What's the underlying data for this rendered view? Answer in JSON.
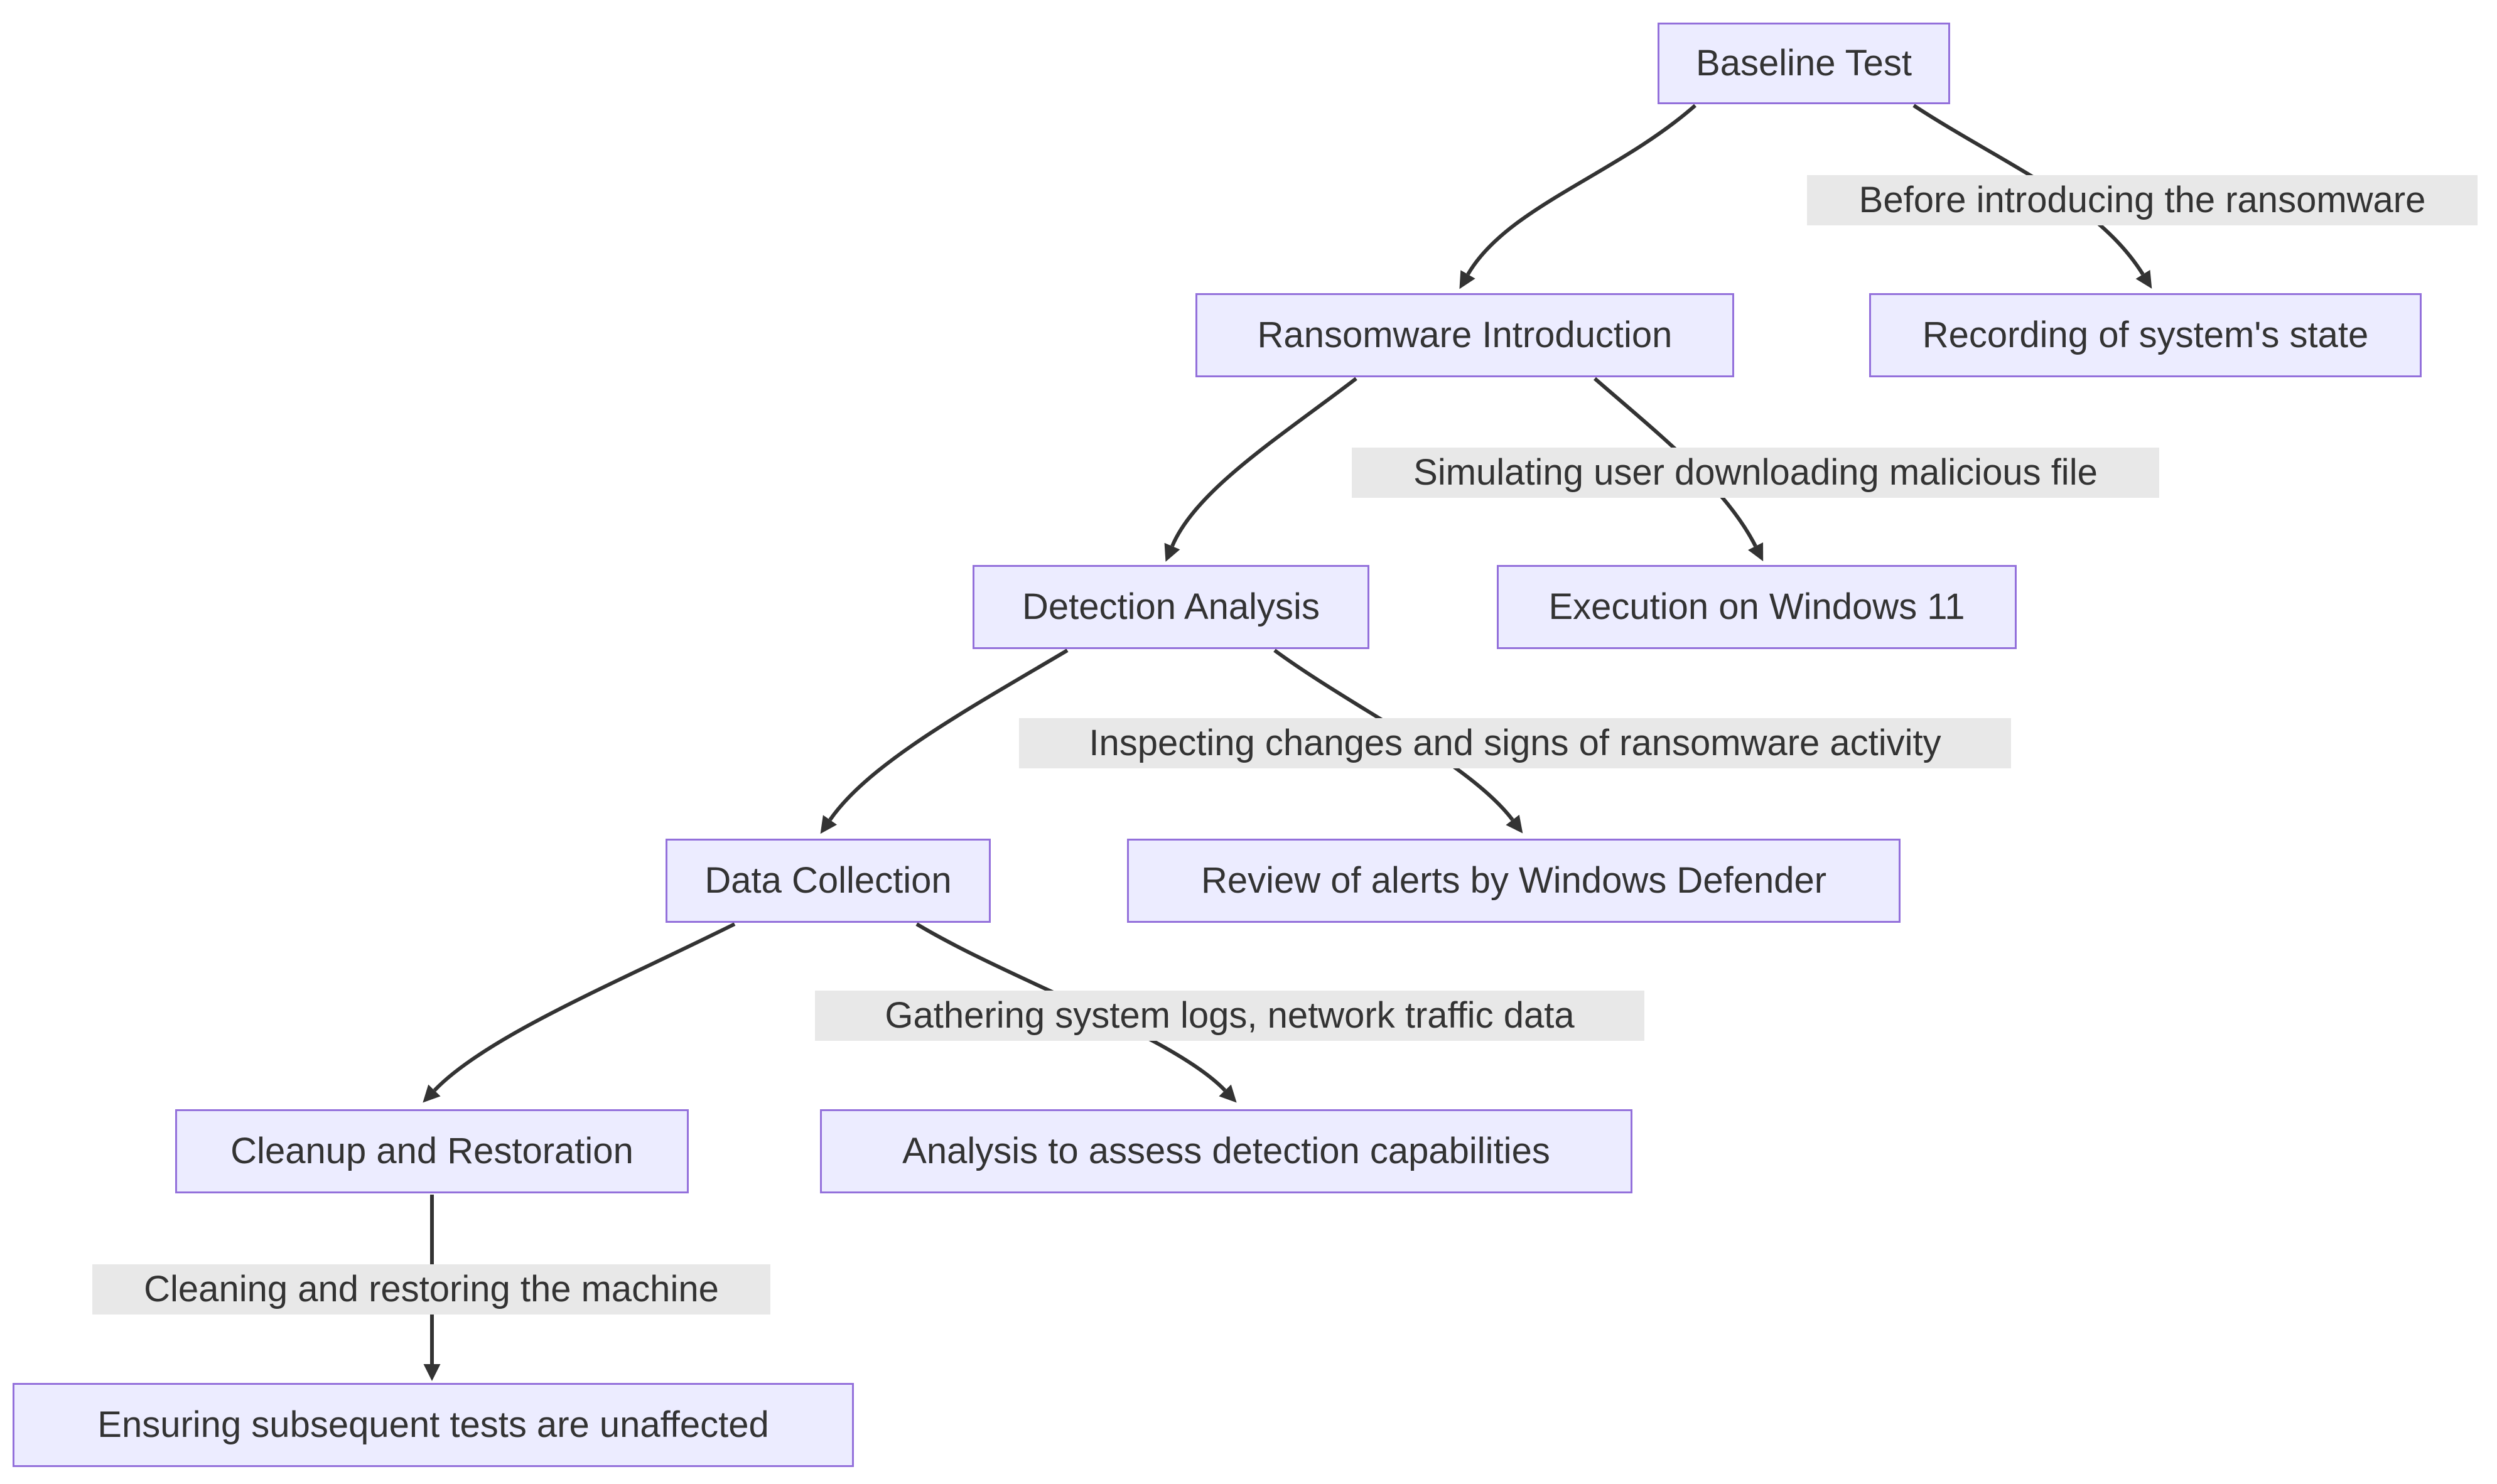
{
  "diagram": {
    "type": "flowchart",
    "direction": "top-down",
    "colors": {
      "node_fill": "#ECECFF",
      "node_border": "#9370DB",
      "edge_color": "#333333",
      "label_bg": "#e8e8e8",
      "text": "#333333"
    },
    "nodes": [
      {
        "id": "baseline-test",
        "label": "Baseline Test"
      },
      {
        "id": "ransomware-introduction",
        "label": "Ransomware Introduction"
      },
      {
        "id": "recording-of-systems-state",
        "label": "Recording of system's state"
      },
      {
        "id": "detection-analysis",
        "label": "Detection Analysis"
      },
      {
        "id": "execution-on-windows-11",
        "label": "Execution on Windows 11"
      },
      {
        "id": "data-collection",
        "label": "Data Collection"
      },
      {
        "id": "review-of-alerts-by-windows-defender",
        "label": "Review of alerts by Windows Defender"
      },
      {
        "id": "cleanup-and-restoration",
        "label": "Cleanup and Restoration"
      },
      {
        "id": "analysis-to-assess-detection-capabilities",
        "label": "Analysis to assess detection capabilities"
      },
      {
        "id": "ensuring-subsequent-tests-are-unaffected",
        "label": "Ensuring subsequent tests are unaffected"
      }
    ],
    "edges": [
      {
        "from": "Baseline Test",
        "to": "Ransomware Introduction",
        "label": ""
      },
      {
        "from": "Baseline Test",
        "to": "Recording of system's state",
        "label": "Before introducing the ransomware"
      },
      {
        "from": "Ransomware Introduction",
        "to": "Detection Analysis",
        "label": ""
      },
      {
        "from": "Ransomware Introduction",
        "to": "Execution on Windows 11",
        "label": "Simulating user downloading malicious file"
      },
      {
        "from": "Detection Analysis",
        "to": "Data Collection",
        "label": ""
      },
      {
        "from": "Detection Analysis",
        "to": "Review of alerts by Windows Defender",
        "label": "Inspecting changes and signs of ransomware activity"
      },
      {
        "from": "Data Collection",
        "to": "Cleanup and Restoration",
        "label": ""
      },
      {
        "from": "Data Collection",
        "to": "Analysis to assess detection capabilities",
        "label": "Gathering system logs, network traffic data"
      },
      {
        "from": "Cleanup and Restoration",
        "to": "Ensuring subsequent tests are unaffected",
        "label": "Cleaning and restoring the machine"
      }
    ]
  }
}
